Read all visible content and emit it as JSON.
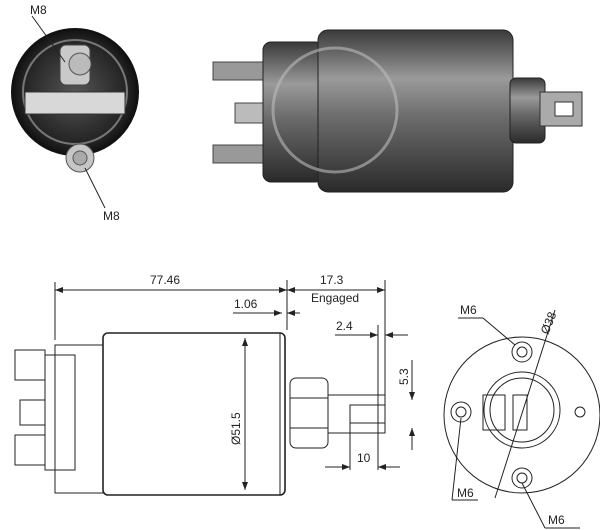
{
  "photo": {
    "end_view_top_thread_label": "M8",
    "end_view_bottom_thread_label": "M8"
  },
  "drawing": {
    "overall_length": "77.46",
    "engaged_travel": "17.3",
    "engaged_label": "Engaged",
    "flange_gap": "1.06",
    "slot_offset": "2.4",
    "slot_width": "5.3",
    "body_diameter": "Ø51.5",
    "slot_length": "10"
  },
  "end_view": {
    "top_hole_label": "M6",
    "bolt_circle_diameter": "Ø38",
    "left_hole_label": "M6",
    "bottom_hole_label": "M6"
  }
}
